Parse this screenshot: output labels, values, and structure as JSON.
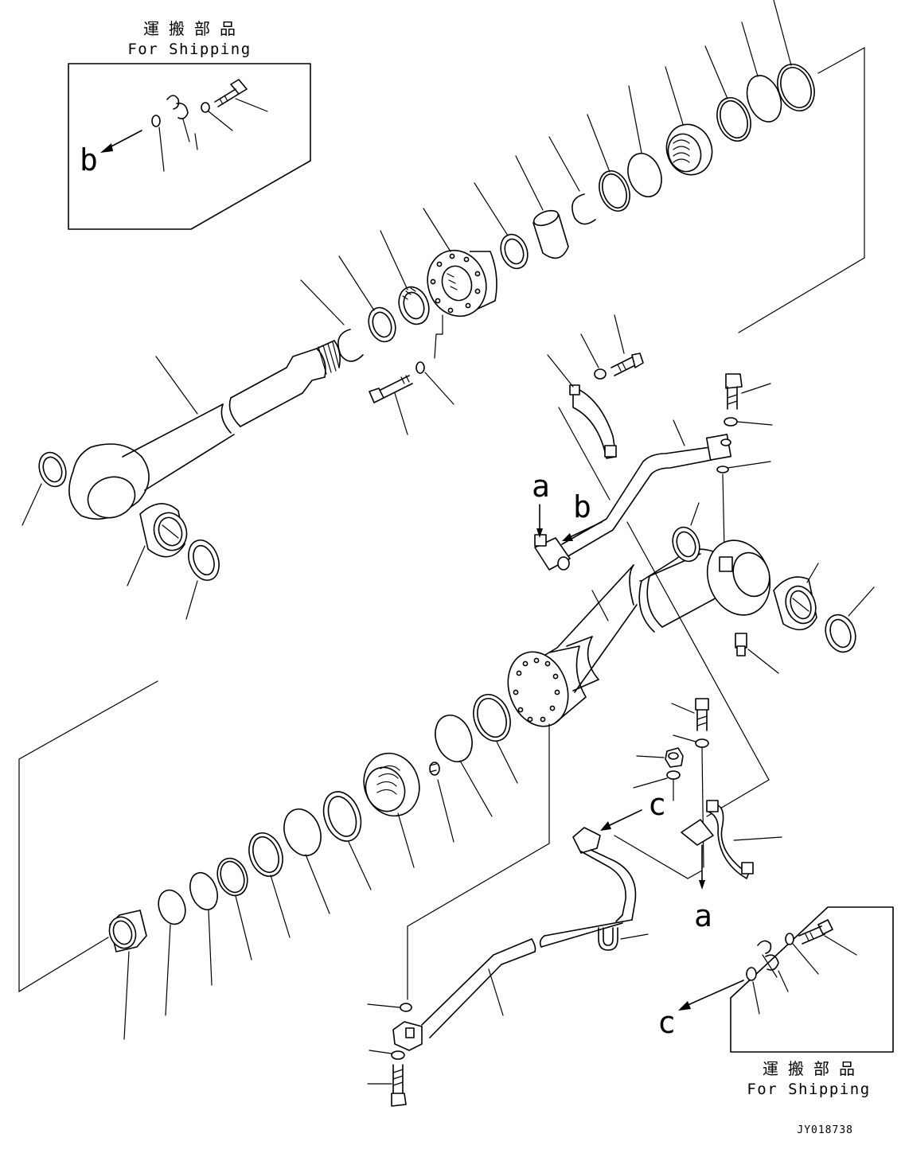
{
  "shipping_top": {
    "jp": "運 搬 部 品",
    "en": "For Shipping"
  },
  "shipping_bottom": {
    "jp": "運 搬 部 品",
    "en": "For Shipping"
  },
  "callouts": {
    "a": "a",
    "b": "b",
    "c": "c"
  },
  "drawing_code": "JY018738"
}
